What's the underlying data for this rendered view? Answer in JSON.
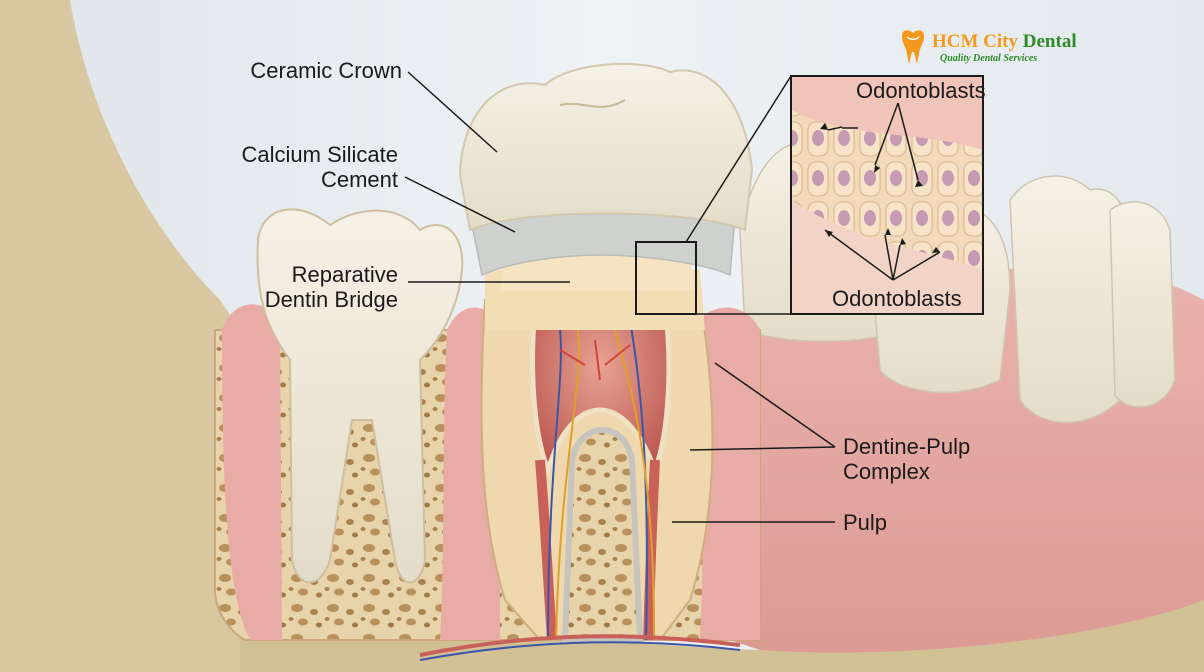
{
  "logo": {
    "name_part1": "HCM City",
    "name_part2": "Dental",
    "tagline": "Quality Dental Services",
    "icon": "tooth-logo-icon"
  },
  "labels": {
    "ceramic_crown": "Ceramic Crown",
    "calcium_silicate_line1": "Calcium Silicate",
    "calcium_silicate_line2": "Cement",
    "reparative_line1": "Reparative",
    "reparative_line2": "Dentin Bridge",
    "odontoblasts_top": "Odontoblasts",
    "odontoblasts_bottom": "Odontoblasts",
    "dentine_pulp_line1": "Dentine-Pulp",
    "dentine_pulp_line2": "Complex",
    "pulp": "Pulp"
  },
  "colors": {
    "logo_orange": "#f39a1e",
    "logo_green": "#2f8a2a",
    "enamel": "#efe9dc",
    "gum": "#e7a9a3",
    "pulp": "#c9605a",
    "bone": "#d9c08f",
    "cement": "#c9ccca",
    "dentin": "#f0d9b0",
    "label_text": "#1b1b1b"
  }
}
